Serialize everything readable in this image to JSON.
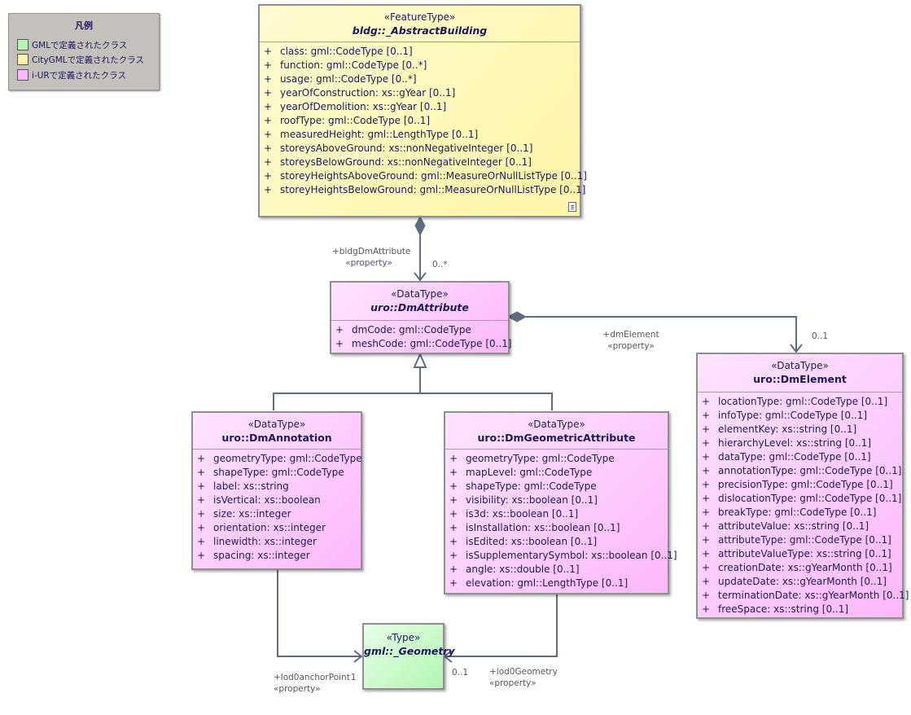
{
  "legend": {
    "title": "凡例",
    "items": [
      {
        "label": "GMLで定義されたクラス",
        "color": "#b3f5b3"
      },
      {
        "label": "CityGMLで定義されたクラス",
        "color": "#fdf5a6"
      },
      {
        "label": "i-URで定義されたクラス",
        "color": "#fcb8fc"
      }
    ]
  },
  "classes": {
    "abstract_building": {
      "stereotype": "«FeatureType»",
      "name": "bldg::_AbstractBuilding",
      "attributes": [
        "class: gml::CodeType [0..1]",
        "function: gml::CodeType [0..*]",
        "usage: gml::CodeType [0..*]",
        "yearOfConstruction: xs::gYear [0..1]",
        "yearOfDemolition: xs::gYear [0..1]",
        "roofType: gml::CodeType [0..1]",
        "measuredHeight: gml::LengthType [0..1]",
        "storeysAboveGround: xs::nonNegativeInteger [0..1]",
        "storeysBelowGround: xs::nonNegativeInteger [0..1]",
        "storeyHeightsAboveGround: gml::MeasureOrNullListType [0..1]",
        "storeyHeightsBelowGround: gml::MeasureOrNullListType [0..1]"
      ]
    },
    "dm_attribute": {
      "stereotype": "«DataType»",
      "name": "uro::DmAttribute",
      "attributes": [
        "dmCode: gml::CodeType",
        "meshCode: gml::CodeType [0..1]"
      ]
    },
    "dm_element": {
      "stereotype": "«DataType»",
      "name": "uro::DmElement",
      "attributes": [
        "locationType: gml::CodeType [0..1]",
        "infoType: gml::CodeType [0..1]",
        "elementKey: xs::string [0..1]",
        "hierarchyLevel: xs::string [0..1]",
        "dataType: gml::CodeType [0..1]",
        "annotationType: gml::CodeType [0..1]",
        "precisionType: gml::CodeType [0..1]",
        "dislocationType: gml::CodeType [0..1]",
        "breakType: gml::CodeType [0..1]",
        "attributeValue: xs::string [0..1]",
        "attributeType: gml::CodeType [0..1]",
        "attributeValueType: xs::string [0..1]",
        "creationDate: xs::gYearMonth [0..1]",
        "updateDate: xs::gYearMonth [0..1]",
        "terminationDate: xs::gYearMonth [0..1]",
        "freeSpace: xs::string [0..1]"
      ]
    },
    "dm_annotation": {
      "stereotype": "«DataType»",
      "name": "uro::DmAnnotation",
      "attributes": [
        "geometryType: gml::CodeType",
        "shapeType: gml::CodeType",
        "label: xs::string",
        "isVertical: xs::boolean",
        "size: xs::integer",
        "orientation: xs::integer",
        "linewidth: xs::integer",
        "spacing: xs::integer"
      ]
    },
    "dm_geometric_attribute": {
      "stereotype": "«DataType»",
      "name": "uro::DmGeometricAttribute",
      "attributes": [
        "geometryType: gml::CodeType",
        "mapLevel: gml::CodeType",
        "shapeType: gml::CodeType",
        "visibility: xs::boolean [0..1]",
        "is3d: xs::boolean [0..1]",
        "isInstallation: xs::boolean [0..1]",
        "isEdited: xs::boolean [0..1]",
        "isSupplementarySymbol: xs::boolean [0..1]",
        "angle: xs::double [0..1]",
        "elevation: gml::LengthType [0..1]"
      ]
    },
    "geometry": {
      "stereotype": "«Type»",
      "name": "gml::_Geometry",
      "attributes": []
    }
  },
  "attr_prefix": "+",
  "connectors": {
    "bldg_dm_attribute": {
      "role": "+bldgDmAttribute",
      "stereotype": "«property»",
      "multiplicity": "0..*"
    },
    "dm_element": {
      "role": "+dmElement",
      "stereotype": "«property»",
      "multiplicity": "0..1"
    },
    "lod0_anchor_point": {
      "role": "+lod0anchorPoint",
      "stereotype": "«property»",
      "multiplicity": "1"
    },
    "lod0_geometry": {
      "role": "+lod0Geometry",
      "stereotype": "«property»",
      "multiplicity": "0..1"
    }
  },
  "colors": {
    "gml": "#b3f5b3",
    "citygml": "#fdf5a6",
    "iur": "#fcb8fc",
    "connector": "#5f6b85"
  }
}
